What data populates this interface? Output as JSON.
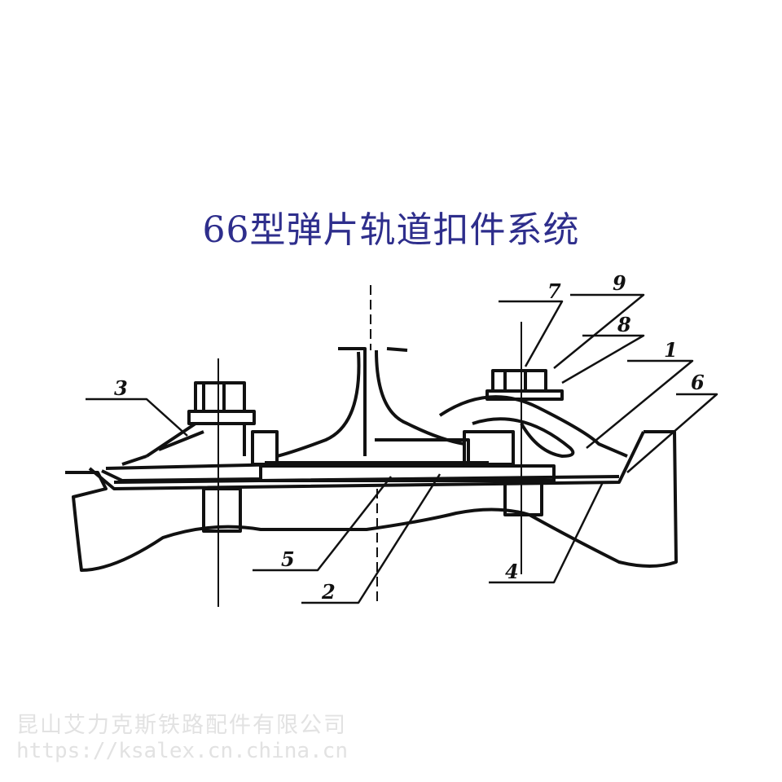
{
  "title": "66型弹片轨道扣件系统",
  "watermark": {
    "company": "昆山艾力克斯铁路配件有限公司",
    "url": "https://ksalex.cn.china.cn"
  },
  "part_labels": [
    "1",
    "2",
    "3",
    "4",
    "5",
    "6",
    "7",
    "8",
    "9"
  ],
  "colors": {
    "title": "#2e2e8c",
    "lines": "#111111",
    "watermark": "#e2e2e2"
  }
}
